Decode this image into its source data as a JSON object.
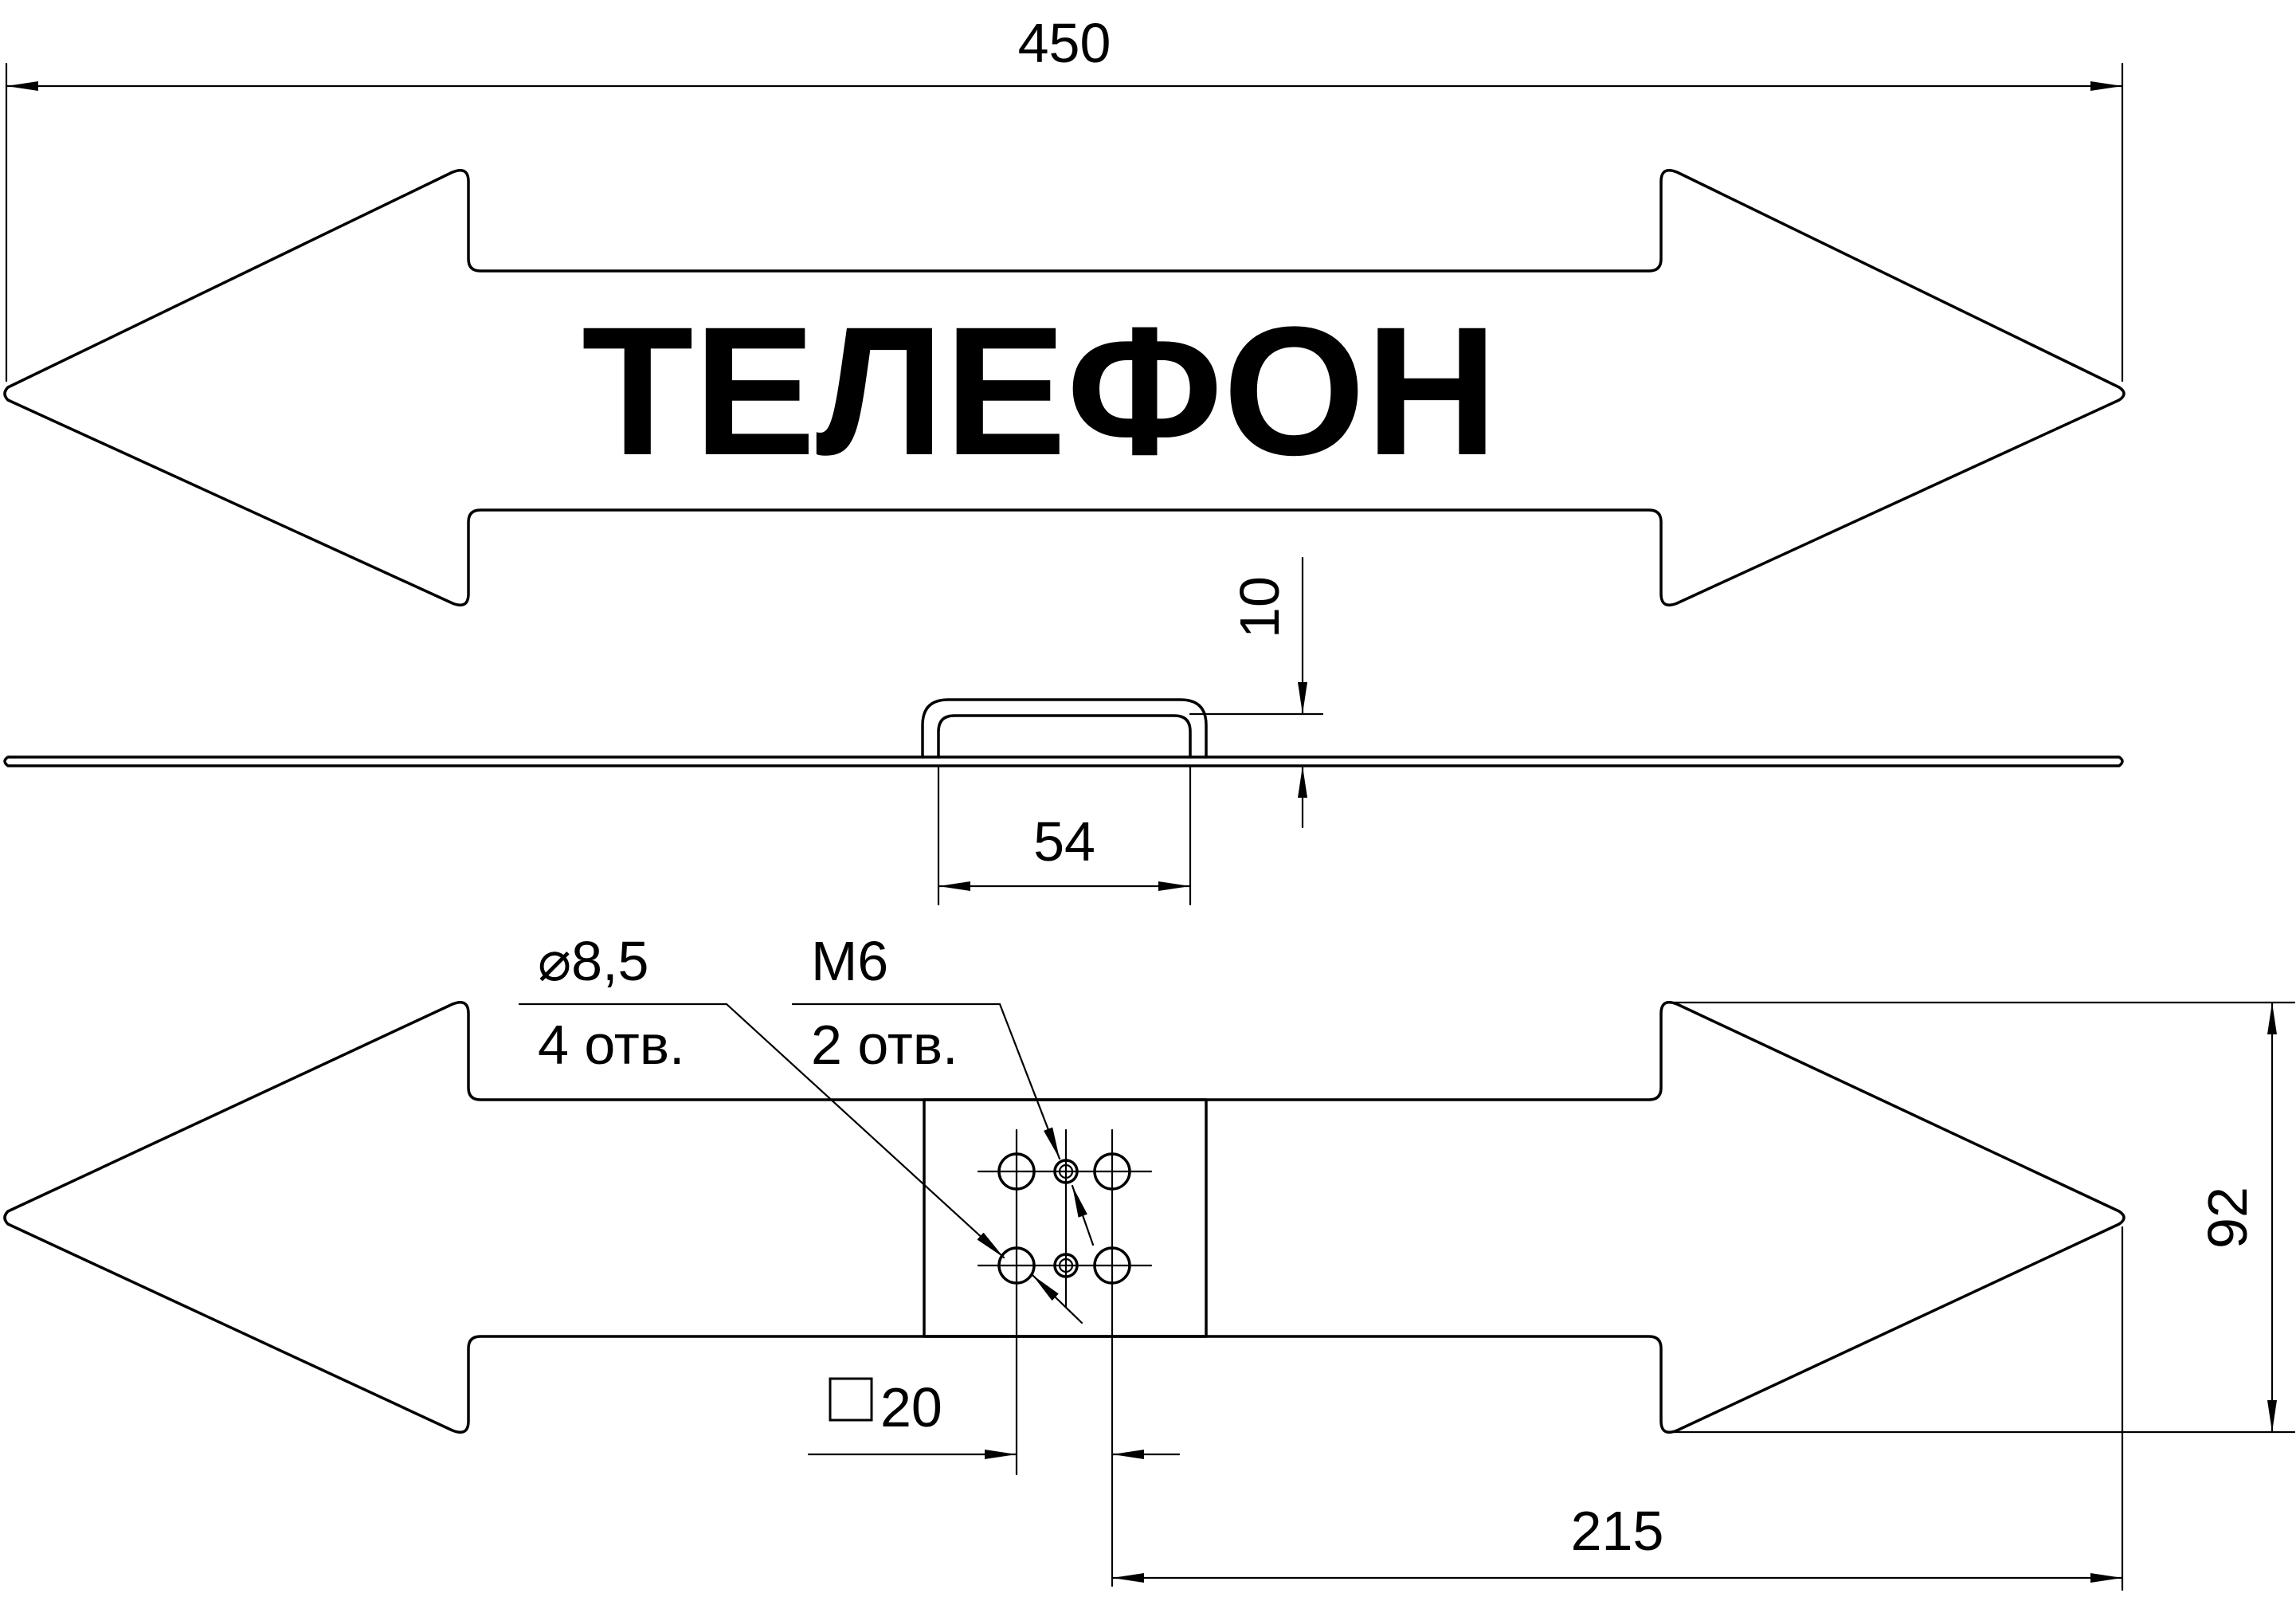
{
  "sign": {
    "title": "ТЕЛЕФОН"
  },
  "dimensions": {
    "overall_width": "450",
    "bracket_height": "10",
    "bracket_width": "54",
    "arrow_height": "92",
    "half_length": "215",
    "square_size": "20",
    "square_symbol": "□"
  },
  "callouts": {
    "through_holes": {
      "diameter": "⌀8,5",
      "count": "4 отв."
    },
    "threaded_holes": {
      "thread": "M6",
      "count": "2 отв."
    }
  }
}
